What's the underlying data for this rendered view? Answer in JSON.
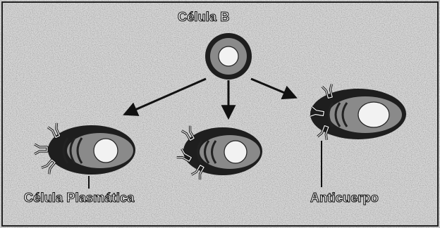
{
  "labels": {
    "top": "Célula B",
    "left": "Célula Plasmática",
    "right": "Anticuerpo"
  },
  "colors": {
    "background": "#d4d4d4",
    "speckle": "#6a6a6a",
    "cell_body": "#1e1e1e",
    "cytoplasm": "#8a8a8a",
    "nucleus": "#f2f2f2",
    "arrow": "#111111"
  },
  "icons": {
    "antibody": "y-shaped-antibody-icon",
    "arrow": "arrow-icon"
  }
}
